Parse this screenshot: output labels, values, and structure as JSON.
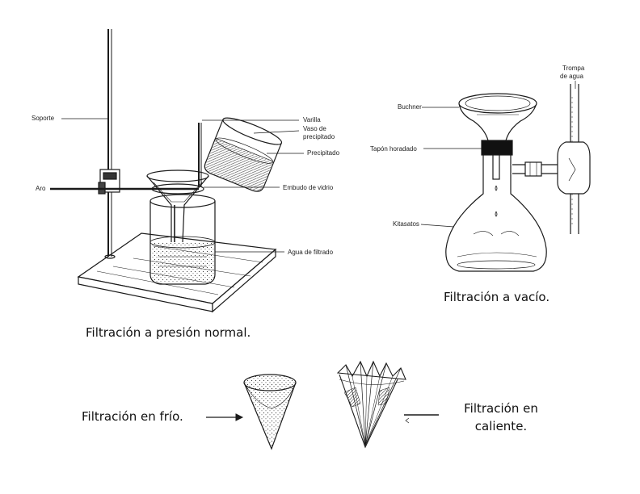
{
  "normal": {
    "labels": {
      "soporte": "Soporte",
      "aro": "Aro",
      "varilla": "Varilla",
      "vaso1": "Vaso de",
      "vaso2": "precipitado",
      "precipitado": "Precipitado",
      "embudo": "Embudo de vidrio",
      "agua": "Agua de filtrado"
    },
    "caption": "Filtración a presión normal."
  },
  "vacio": {
    "labels": {
      "trompa1": "Trompa",
      "trompa2": "de agua",
      "buchner": "Buchner",
      "tapon": "Tapón horadado",
      "kitasatos": "Kitasatos"
    },
    "caption": "Filtración a vacío."
  },
  "frio": {
    "caption": "Filtración en frío."
  },
  "caliente": {
    "caption_line1": "Filtración en",
    "caption_line2": "caliente."
  },
  "colors": {
    "ink": "#1a1a1a",
    "fill_dark": "#111111",
    "background": "#ffffff"
  }
}
